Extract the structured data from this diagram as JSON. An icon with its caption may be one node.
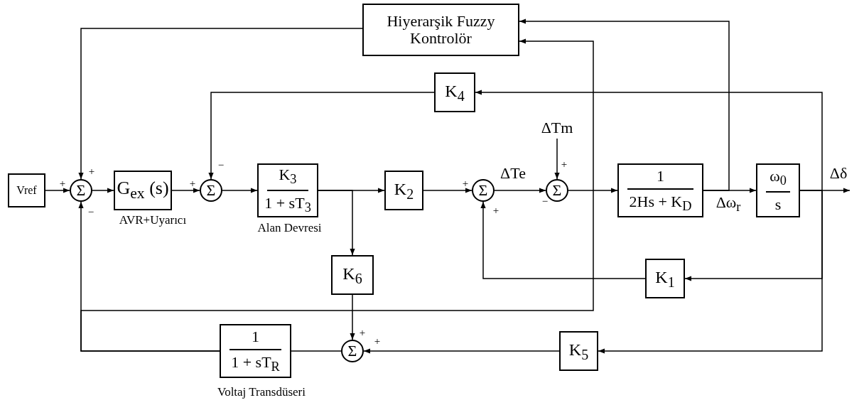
{
  "diagram": {
    "nodes": [
      {
        "text": [
          "Vref"
        ]
      },
      {
        "text": [
          "Σ"
        ]
      },
      {
        "text": [
          "G$_{ex}$ (s)"
        ],
        "beside": [
          "AVR+Uyarıcı"
        ]
      },
      {
        "text": [
          "Σ"
        ]
      },
      {
        "text": [
          "K$_{3}$",
          "1 + sT$_{3}$"
        ],
        "beside": [
          "Alan Devresi"
        ]
      },
      {
        "text": [
          "K$_{2}$"
        ]
      },
      {
        "text": [
          "Σ"
        ]
      },
      {
        "text": [
          "Σ"
        ]
      },
      {
        "text": [
          "1",
          "2Hs + K$_{D}$"
        ]
      },
      {
        "text": [
          "ω$_{0}$",
          "s"
        ]
      },
      {
        "text": [
          "Hiyerarşik Fuzzy Kontrolör"
        ]
      },
      {
        "text": [
          "K$_{4}$"
        ]
      },
      {
        "text": [
          "K$_{6}$"
        ]
      },
      {
        "text": [
          "K$_{1}$"
        ]
      },
      {
        "text": [
          "Σ"
        ]
      },
      {
        "text": [
          "1",
          "1 + sT$_{R}$"
        ],
        "beside": [
          "Voltaj Transdüseri"
        ]
      },
      {
        "text": [
          "K$_{5}$"
        ]
      },
      {
        "text": [
          "ΔTm"
        ]
      }
    ],
    "edges": [
      {
        "from": 0,
        "to": 1,
        "arrow": "to"
      },
      {
        "from": 1,
        "to": 2,
        "arrow": "to"
      },
      {
        "from": 2,
        "to": 3,
        "arrow": "to"
      },
      {
        "from": 3,
        "to": 4,
        "arrow": "to"
      },
      {
        "from": 4,
        "to": 5,
        "arrow": "to"
      },
      {
        "from": 4,
        "to": 12,
        "arrow": "to"
      },
      {
        "from": 5,
        "to": 6,
        "arrow": "to"
      },
      {
        "from": 6,
        "to": 7,
        "arrow": "to",
        "label": "ΔTe"
      },
      {
        "from": 17,
        "to": 7,
        "arrow": "to"
      },
      {
        "from": 7,
        "to": 8,
        "arrow": "to"
      },
      {
        "from": 8,
        "to": 9,
        "arrow": "to",
        "label": "Δω$_{r}$"
      },
      {
        "from": 9,
        "to": null,
        "arrow": "to",
        "label": "Δδ"
      },
      {
        "from": 10,
        "to": 1,
        "arrow": "to"
      },
      {
        "from": 8,
        "to": 10,
        "arrow": "to"
      },
      {
        "from": 15,
        "to": 10,
        "arrow": "to"
      },
      {
        "from": 15,
        "to": 1,
        "arrow": "to"
      },
      {
        "from": 9,
        "to": 11,
        "arrow": "to"
      },
      {
        "from": 9,
        "to": 13,
        "arrow": "to"
      },
      {
        "from": 9,
        "to": 16,
        "arrow": "to"
      },
      {
        "from": 11,
        "to": 3,
        "arrow": "to"
      },
      {
        "from": 13,
        "to": 6,
        "arrow": "to"
      },
      {
        "from": 12,
        "to": 14,
        "arrow": "to"
      },
      {
        "from": 16,
        "to": 14,
        "arrow": "to"
      },
      {
        "from": 14,
        "to": 15,
        "arrow": "none"
      }
    ],
    "labels": [
      "+",
      "+",
      "−",
      "+",
      "−",
      "+",
      "+",
      "+",
      "−",
      "+",
      "+"
    ]
  }
}
